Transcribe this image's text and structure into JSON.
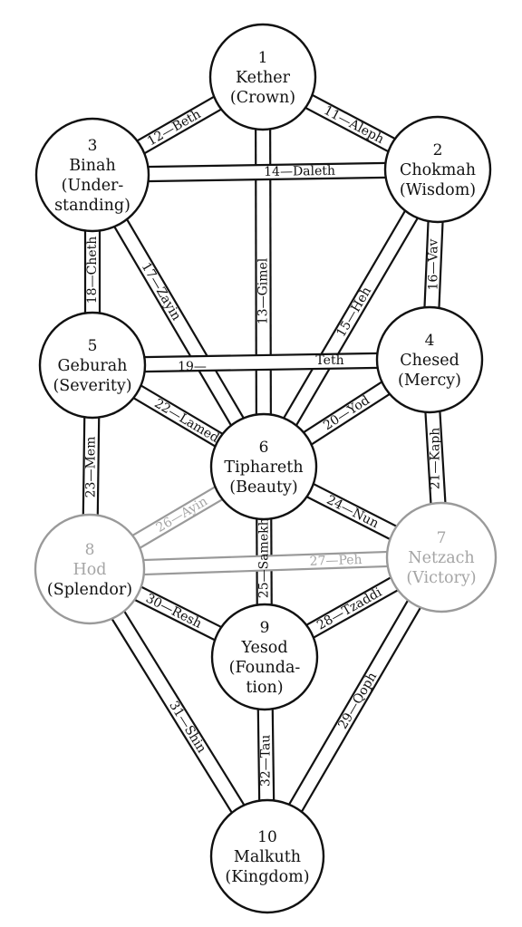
{
  "colors": {
    "background": "#ffffff",
    "ink": "#111111",
    "faded": "#9a9a9a",
    "faded_text": "#a5a5a5"
  },
  "sefirot": [
    {
      "id": "1",
      "number": "1",
      "lines": [
        "Kether",
        "(Crown)"
      ],
      "faded": false
    },
    {
      "id": "2",
      "number": "2",
      "lines": [
        "Chokmah",
        "(Wisdom)"
      ],
      "faded": false
    },
    {
      "id": "3",
      "number": "3",
      "lines": [
        "Binah",
        "(Under-",
        "standing)"
      ],
      "faded": false
    },
    {
      "id": "4",
      "number": "4",
      "lines": [
        "Chesed",
        "(Mercy)"
      ],
      "faded": false
    },
    {
      "id": "5",
      "number": "5",
      "lines": [
        "Geburah",
        "(Severity)"
      ],
      "faded": false
    },
    {
      "id": "6",
      "number": "6",
      "lines": [
        "Tiphareth",
        "(Beauty)"
      ],
      "faded": false
    },
    {
      "id": "7",
      "number": "7",
      "lines": [
        "Netzach",
        "(Victory)"
      ],
      "faded": true
    },
    {
      "id": "8",
      "number": "8",
      "lines": [
        "Hod",
        "(Splendor)"
      ],
      "faded": true,
      "faded_lines": [
        true,
        false
      ]
    },
    {
      "id": "9",
      "number": "9",
      "lines": [
        "Yesod",
        "(Founda-",
        "tion)"
      ],
      "faded": false
    },
    {
      "id": "10",
      "number": "10",
      "lines": [
        "Malkuth",
        "(Kingdom)"
      ],
      "faded": false
    }
  ],
  "paths": [
    {
      "number": "11",
      "letter": "Aleph",
      "label": "11—Aleph",
      "from": "1",
      "to": "2",
      "faded": false
    },
    {
      "number": "12",
      "letter": "Beth",
      "label": "12—Beth",
      "from": "1",
      "to": "3",
      "faded": false
    },
    {
      "number": "13",
      "letter": "Gimel",
      "label": "13—Gimel",
      "from": "1",
      "to": "6",
      "faded": false
    },
    {
      "number": "14",
      "letter": "Daleth",
      "label": "14—Daleth",
      "from": "2",
      "to": "3",
      "faded": false
    },
    {
      "number": "15",
      "letter": "Heh",
      "label": "15—Heh",
      "from": "2",
      "to": "6",
      "faded": false
    },
    {
      "number": "16",
      "letter": "Vav",
      "label": "16—Vav",
      "from": "2",
      "to": "4",
      "faded": false
    },
    {
      "number": "17",
      "letter": "Zayin",
      "label": "17—Zayin",
      "from": "3",
      "to": "6",
      "faded": false
    },
    {
      "number": "18",
      "letter": "Cheth",
      "label": "18—Cheth",
      "from": "3",
      "to": "5",
      "faded": false
    },
    {
      "number": "19",
      "letter": "Teth",
      "label_left": "19—",
      "label_right": "Teth",
      "from": "4",
      "to": "5",
      "faded": false
    },
    {
      "number": "20",
      "letter": "Yod",
      "label": "20—Yod",
      "from": "4",
      "to": "6",
      "faded": false
    },
    {
      "number": "21",
      "letter": "Kaph",
      "label": "21—Kaph",
      "from": "4",
      "to": "7",
      "faded": false
    },
    {
      "number": "22",
      "letter": "Lamed",
      "label": "22—Lamed",
      "from": "5",
      "to": "6",
      "faded": false
    },
    {
      "number": "23",
      "letter": "Mem",
      "label": "23—Mem",
      "from": "5",
      "to": "8",
      "faded": false
    },
    {
      "number": "24",
      "letter": "Nun",
      "label": "24—Nun",
      "from": "6",
      "to": "7",
      "faded": false
    },
    {
      "number": "25",
      "letter": "Samekh",
      "label": "25—Samekh",
      "from": "6",
      "to": "9",
      "faded": false
    },
    {
      "number": "26",
      "letter": "Ayin",
      "label": "26—Ayin",
      "from": "6",
      "to": "8",
      "faded": true
    },
    {
      "number": "27",
      "letter": "Peh",
      "label": "27—Peh",
      "from": "7",
      "to": "8",
      "faded": true
    },
    {
      "number": "28",
      "letter": "Tzaddi",
      "label": "28—Tzaddi",
      "from": "7",
      "to": "9",
      "faded": false
    },
    {
      "number": "29",
      "letter": "Qoph",
      "label": "29—Qoph",
      "from": "7",
      "to": "10",
      "faded": false
    },
    {
      "number": "30",
      "letter": "Resh",
      "label": "30—Resh",
      "from": "8",
      "to": "9",
      "faded": false
    },
    {
      "number": "31",
      "letter": "Shin",
      "label": "31—Shin",
      "from": "8",
      "to": "10",
      "faded": false
    },
    {
      "number": "32",
      "letter": "Tau",
      "label": "32—Tau",
      "from": "9",
      "to": "10",
      "faded": false
    }
  ]
}
